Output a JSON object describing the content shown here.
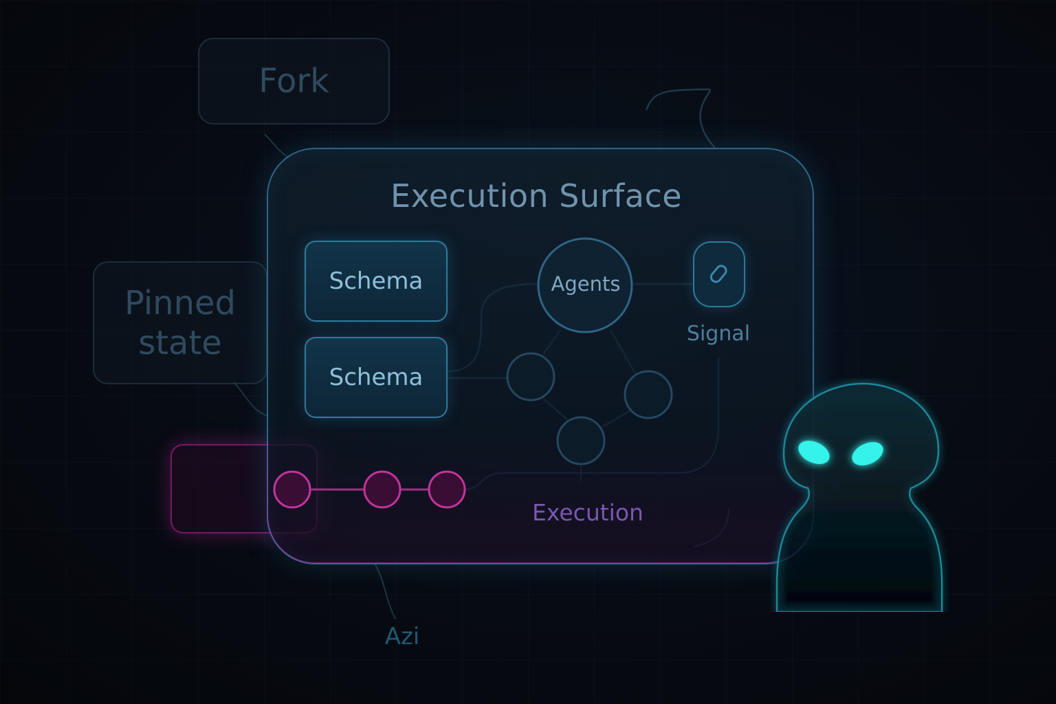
{
  "ghost_boxes": {
    "fork_label": "Fork",
    "pinned_line1": "Pinned",
    "pinned_line2": "state"
  },
  "surface": {
    "title": "Execution Surface",
    "schema_1": "Schema",
    "schema_2": "Schema",
    "agents": "Agents",
    "signal": "Signal",
    "execution": "Execution"
  },
  "footer_label": "Azi",
  "icons": {
    "signal": "paperclip-icon",
    "avatar": "alien-icon"
  },
  "colors": {
    "cyan_glow": "#2ee6e0",
    "magenta_glow": "#d02aa8",
    "surface_border": "#3882aa",
    "purple_text": "#7a58b0"
  }
}
